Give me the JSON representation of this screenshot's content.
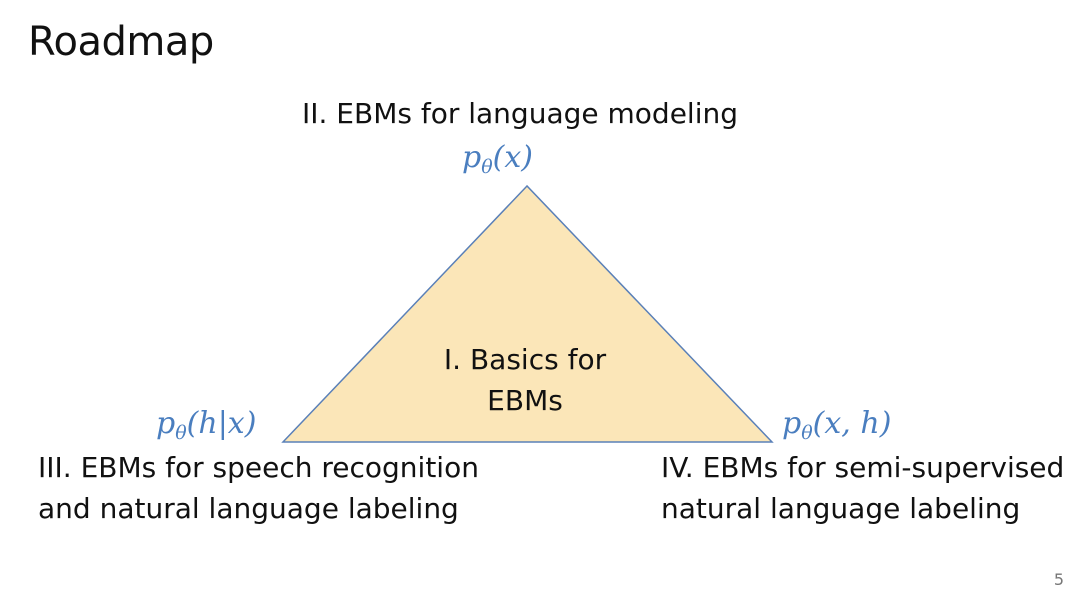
{
  "slide": {
    "title": "Roadmap",
    "page_number": "5"
  },
  "triangle": {
    "fill_color": "#fbe6b8",
    "stroke_color": "#5a80b8",
    "center_line1": "I. Basics for",
    "center_line2": "EBMs"
  },
  "vertices": {
    "top": {
      "label": "II. EBMs for language modeling",
      "math_p": "p",
      "math_sub": "θ",
      "math_args": "(x)"
    },
    "bottom_left": {
      "label_line1": "III. EBMs for speech recognition",
      "label_line2": "and natural language labeling",
      "math_p": "p",
      "math_sub": "θ",
      "math_args": "(h|x)"
    },
    "bottom_right": {
      "label_line1": "IV. EBMs for semi-supervised",
      "label_line2": "natural language labeling",
      "math_p": "p",
      "math_sub": "θ",
      "math_args": "(x, h)"
    }
  },
  "colors": {
    "math_blue": "#4a7ebf",
    "text": "#111111"
  }
}
